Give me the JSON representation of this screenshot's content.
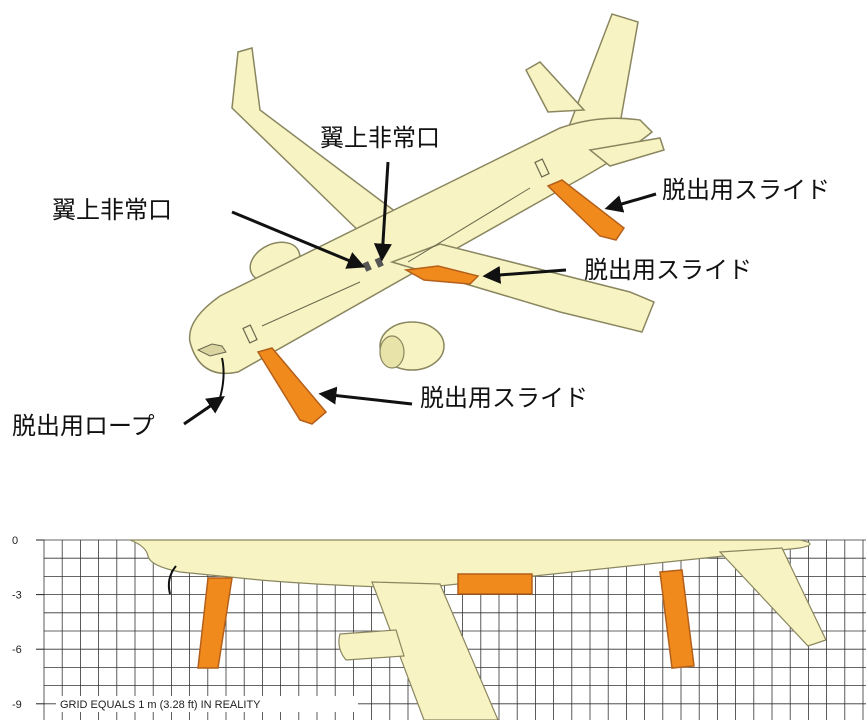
{
  "labels": {
    "overwing_exit_1": "翼上非常口",
    "overwing_exit_2": "翼上非常口",
    "slide_rear": "脱出用スライド",
    "slide_overwing": "脱出用スライド",
    "slide_front": "脱出用スライド",
    "rope": "脱出用ロープ"
  },
  "grid": {
    "y_ticks": [
      "0",
      "-3",
      "-6",
      "-9"
    ],
    "caption": "GRID EQUALS 1 m (3.28 ft) IN REALITY"
  },
  "colors": {
    "fuselage": "#f7f3c2",
    "fuselage_stroke": "#8a8660",
    "slide": "#f08a1c",
    "slide_dark": "#b4601a",
    "grid_line": "#333333",
    "arrow": "#111111"
  }
}
